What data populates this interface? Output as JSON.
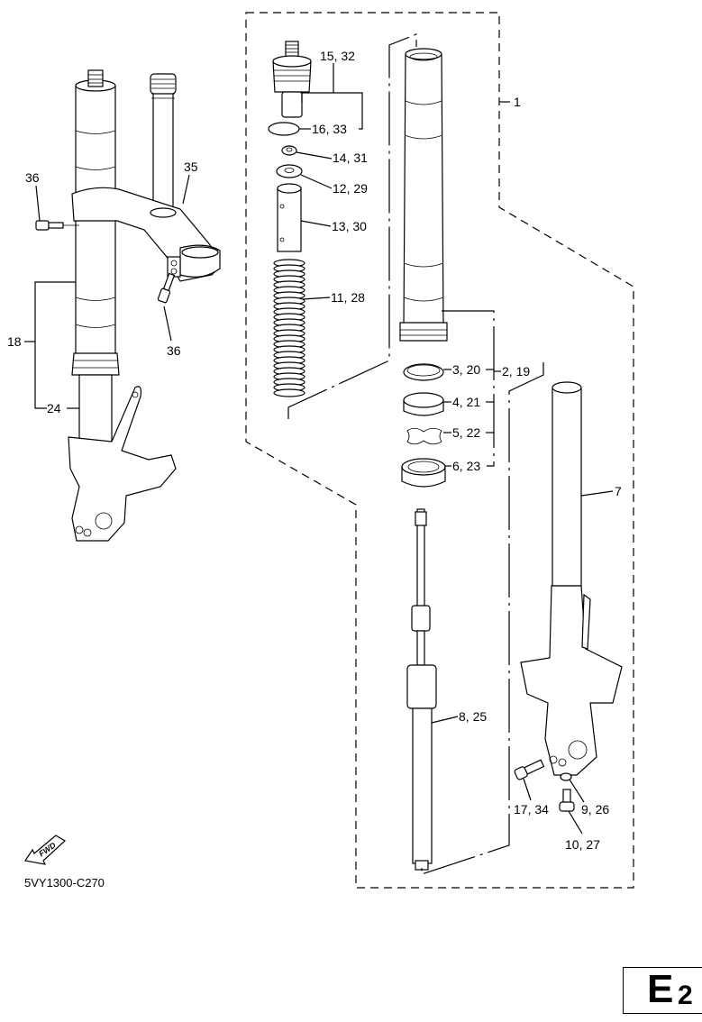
{
  "diagram": {
    "title": "Front fork exploded parts diagram",
    "figure_code": "5VY1300-C270",
    "page_tab": {
      "letter": "E",
      "number": "2"
    },
    "fwd_arrow_label": "FWD",
    "callouts": {
      "c1": "1",
      "c2_19": "2, 19",
      "c3_20": "3, 20",
      "c4_21": "4, 21",
      "c5_22": "5, 22",
      "c6_23": "6, 23",
      "c7": "7",
      "c8_25": "8, 25",
      "c9_26": "9, 26",
      "c10_27": "10, 27",
      "c11_28": "11, 28",
      "c12_29": "12, 29",
      "c13_30": "13, 30",
      "c14_31": "14, 31",
      "c15_32": "15, 32",
      "c16_33": "16, 33",
      "c17_34": "17, 34",
      "c18": "18",
      "c24": "24",
      "c35": "35",
      "c36_top": "36",
      "c36_bottom": "36"
    }
  }
}
